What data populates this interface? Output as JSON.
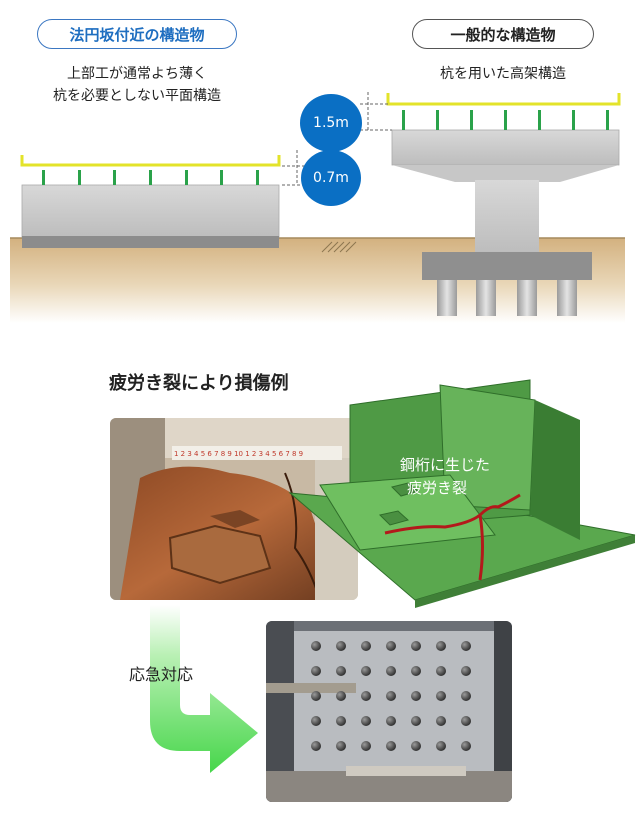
{
  "top": {
    "left_tag": "法円坂付近の構造物",
    "left_caption_line1": "上部工が通常よち薄く",
    "left_caption_line2": "杭を必要としない平面構造",
    "right_tag": "一般的な構造物",
    "right_caption": "杭を用いた高架構造",
    "dim_upper": "1.5m",
    "dim_lower": "0.7m"
  },
  "bottom": {
    "title": "疲労き裂により損傷例",
    "crack_label_line1": "鋼桁に生じた",
    "crack_label_line2": "疲労き裂",
    "response_label": "応急対応",
    "ruler_text": "1 2 3 4 5 6 7 8 9 10 1 2 3 4 5 6 7 8 9"
  },
  "colors": {
    "accent_blue": "#0a6fc4",
    "deck_yellow": "#e3e32a",
    "post_green": "#2aa24a",
    "concrete": "#c9c9c9",
    "soil": "#d7b98c",
    "plate_green": "#4f9a45",
    "crack_red": "#b3191b",
    "arrow_green": "#46d64a"
  }
}
